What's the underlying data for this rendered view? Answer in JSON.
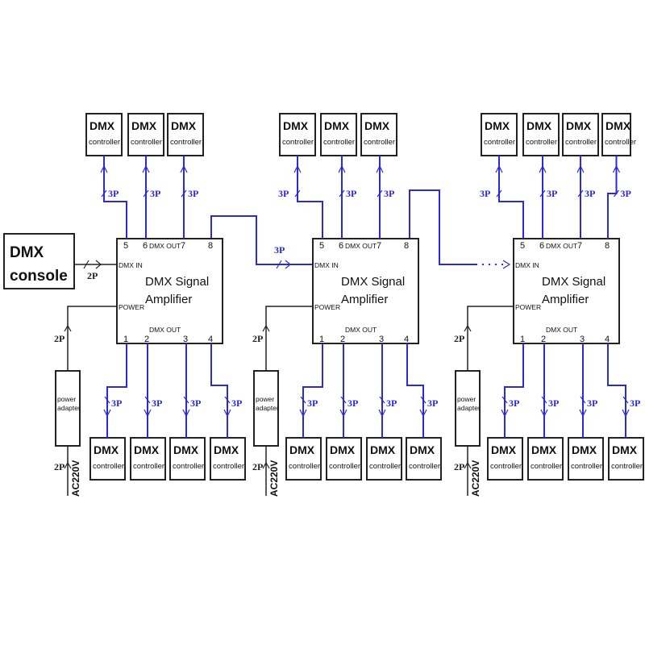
{
  "colors": {
    "signal_wire": "#2a2ad6",
    "power_wire": "#222222",
    "box_stroke": "#222222"
  },
  "console": {
    "line1": "DMX",
    "line2": "console"
  },
  "controller": {
    "line1": "DMX",
    "line2": "controller"
  },
  "amplifier": {
    "line1": "DMX Signal",
    "line2": "Amplifier",
    "dmx_in": "DMX IN",
    "power": "POWER",
    "dmx_out_top": "DMX OUT",
    "dmx_out_bottom": "DMX OUT",
    "pins_top": [
      "5",
      "6",
      "7",
      "8"
    ],
    "pins_bottom": [
      "1",
      "2",
      "3",
      "4"
    ]
  },
  "power_adapter": {
    "line1": "power",
    "line2": "adapter",
    "mains": "AC220V"
  },
  "wire_labels": {
    "signal": "3P",
    "dmx_in": "2P",
    "power": "2P",
    "mains": "2P"
  },
  "units": [
    {
      "top_controllers": 3,
      "bottom_controllers": 4
    },
    {
      "top_controllers": 3,
      "bottom_controllers": 4
    },
    {
      "top_controllers": 4,
      "bottom_controllers": 4
    }
  ]
}
